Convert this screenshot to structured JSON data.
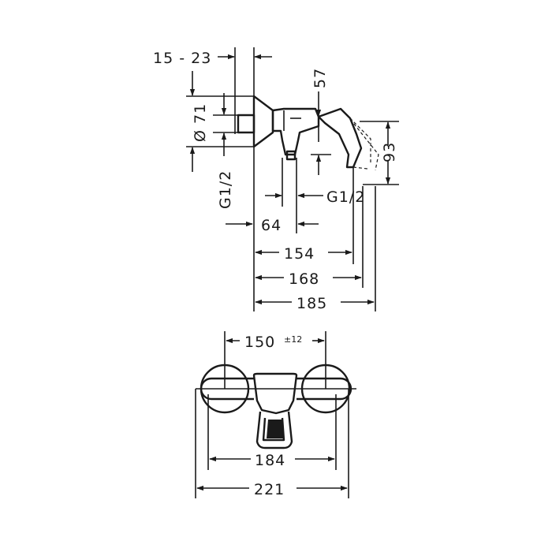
{
  "dimensions": {
    "wall_depth": "15 - 23",
    "connection_diameter": "Ø 71",
    "lever_offset": "57",
    "thread_left": "G1/2",
    "thread_right": "G1/2",
    "lever_height": "93",
    "outlet_distance": "64",
    "length_short": "154",
    "length_mid": "168",
    "length_total": "185",
    "center_distance": "150",
    "center_tolerance": "±12",
    "width_inner": "184",
    "width_total": "221"
  }
}
